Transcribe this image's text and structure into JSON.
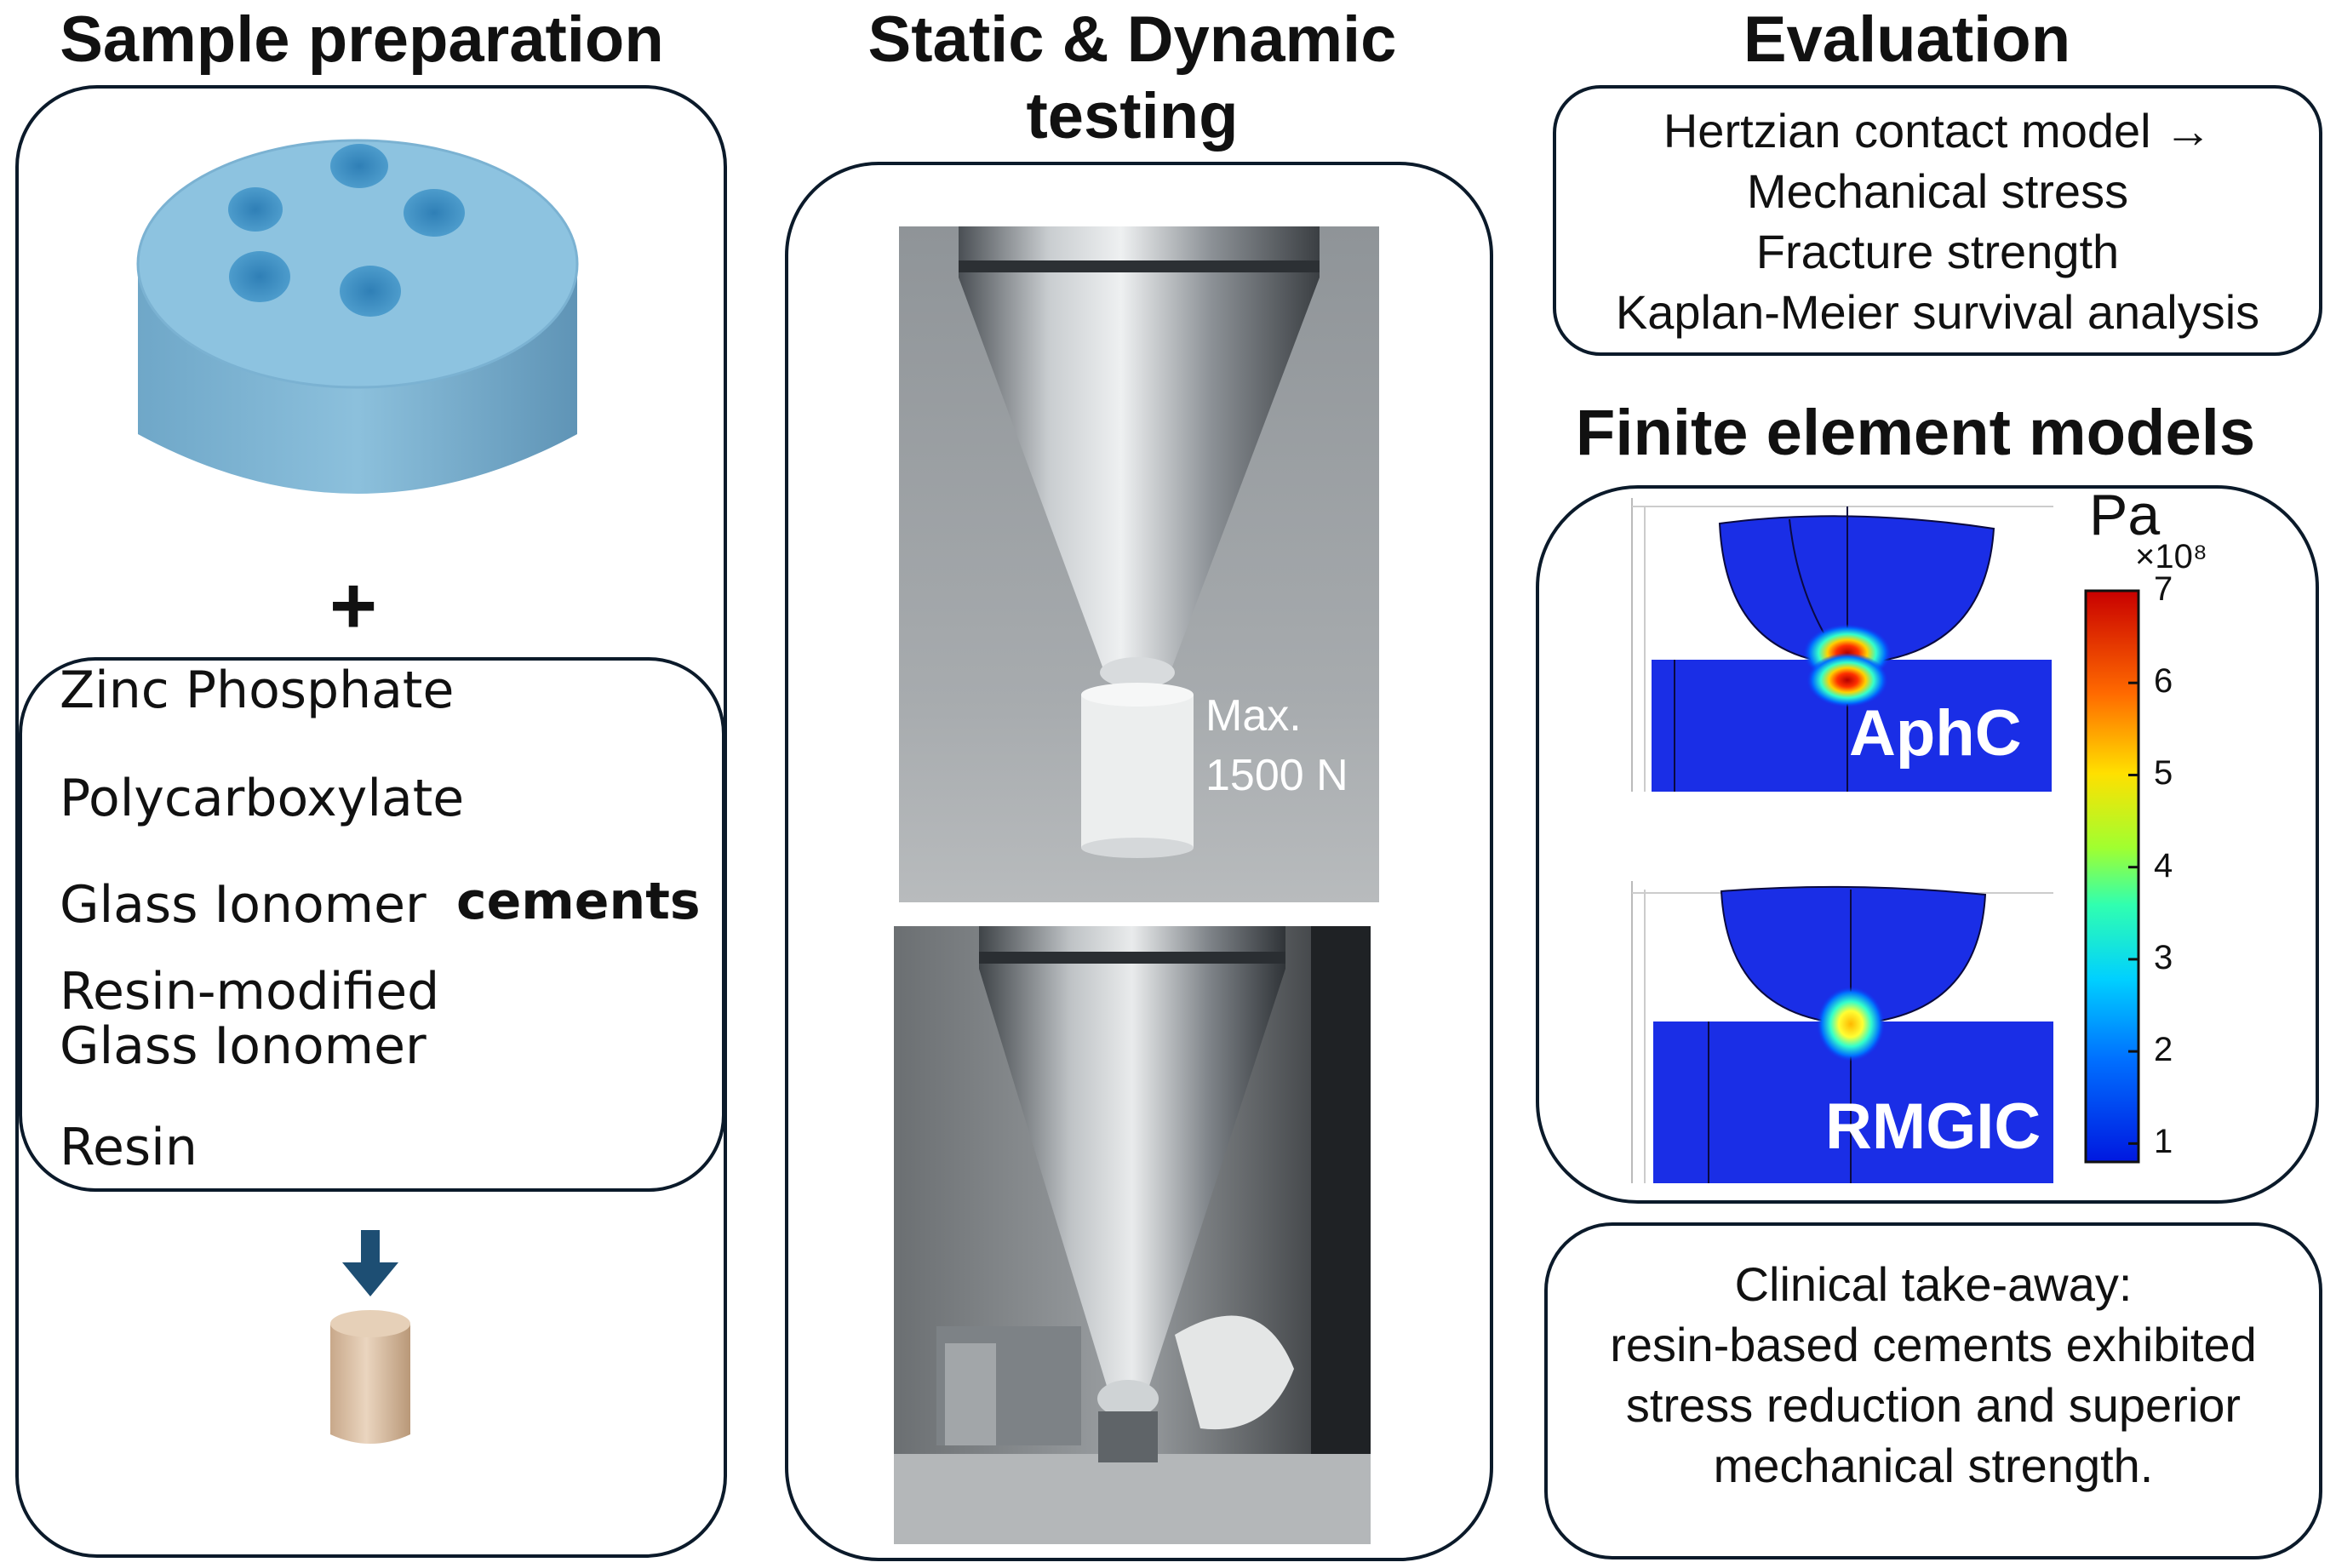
{
  "headings": {
    "sample_prep": "Sample preparation",
    "testing": "Static & Dynamic\ntesting",
    "evaluation": "Evaluation",
    "fem": "Finite element models"
  },
  "sample": {
    "plus": "+",
    "cements": [
      "Zinc Phosphate",
      "Polycarboxylate",
      "Glass Ionomer",
      "Resin-modified\nGlass Ionomer",
      "Resin"
    ],
    "cements_word": "cements",
    "arrow_color": "#1d4e73"
  },
  "testing": {
    "load_label": "Max.\n1500 N"
  },
  "evaluation": {
    "lines": [
      "Hertzian contact model →",
      "Mechanical stress",
      "Fracture strength",
      "Kaplan-Meier survival analysis"
    ]
  },
  "fem": {
    "unit": "Pa",
    "scale_exponent": "×10⁸",
    "colorbar_ticks": [
      "7",
      "6",
      "5",
      "4",
      "3",
      "2",
      "1"
    ],
    "colorbar_range": [
      0.8,
      7
    ],
    "labels": [
      "AphC",
      "RMGIC"
    ]
  },
  "clinical": {
    "lines": [
      "Clinical take-away:",
      "resin-based cements exhibited",
      "stress reduction and  superior",
      "mechanical strength."
    ]
  }
}
